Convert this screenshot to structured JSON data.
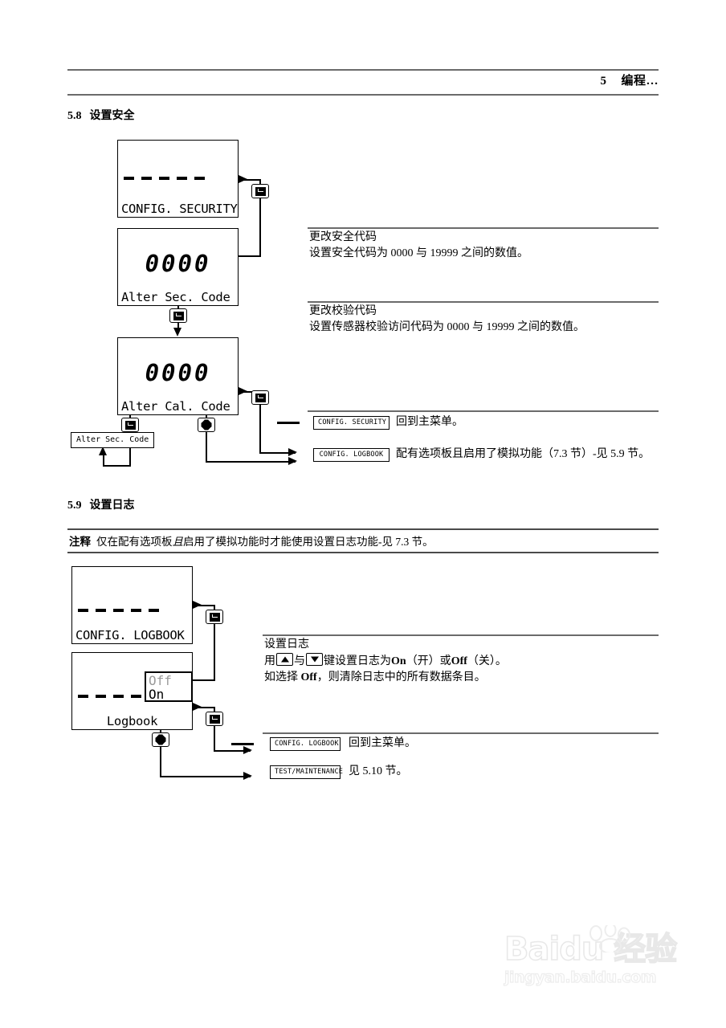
{
  "header": {
    "chapter_number": "5",
    "chapter_title": "编程…"
  },
  "sections": [
    {
      "number": "5.8",
      "title": "设置安全"
    },
    {
      "number": "5.9",
      "title": "设置日志"
    }
  ],
  "note": {
    "label": "注释",
    "text_before": "仅在配有选项板",
    "emphasis": "且",
    "text_after": "启用了模拟功能时才能使用设置日志功能-见 7.3 节。"
  },
  "security_flow": {
    "panels": [
      {
        "id": "config-security",
        "value": "- - - - -",
        "caption": "CONFIG. SECURITY",
        "align": "left"
      },
      {
        "id": "alter-sec-code",
        "value": "0000",
        "caption": "Alter Sec. Code",
        "align": "left"
      },
      {
        "id": "alter-cal-code",
        "value": "0000",
        "caption": "Alter Cal. Code",
        "align": "left"
      }
    ],
    "loop_chip": "Alter Sec. Code",
    "descriptions": [
      {
        "title": "更改安全代码",
        "body": "设置安全代码为 0000 与 19999 之间的数值。"
      },
      {
        "title": "更改校验代码",
        "body": "设置传感器校验访问代码为 0000 与 19999 之间的数值。"
      }
    ],
    "exits": [
      {
        "chip": "CONFIG. SECURITY",
        "text": "回到主菜单。"
      },
      {
        "chip": "CONFIG. LOGBOOK",
        "text": "配有选项板且启用了模拟功能（7.3 节）-见 5.9 节。"
      }
    ]
  },
  "logbook_flow": {
    "panels": [
      {
        "id": "config-logbook",
        "value": "- - - - -",
        "caption": "CONFIG. LOGBOOK",
        "align": "left"
      },
      {
        "id": "logbook",
        "value": "- - - - -",
        "caption": "Logbook",
        "align": "center"
      }
    ],
    "dropdown": {
      "option_off": "Off",
      "option_on": "On",
      "selected": "On"
    },
    "description": {
      "title": "设置日志",
      "line1_a": "用",
      "line1_b": "与",
      "line1_c": "键设置日志为",
      "line1_on": "On",
      "line1_d": "（开）或",
      "line1_off": "Off",
      "line1_e": "（关）。",
      "line2_a": "如选择 ",
      "line2_off": "Off",
      "line2_b": "，则清除日志中的所有数据条目。"
    },
    "exits": [
      {
        "chip": "CONFIG. LOGBOOK",
        "text": "回到主菜单。"
      },
      {
        "chip": "TEST/MAINTENANCE",
        "text": "见 5.10 节。"
      }
    ]
  },
  "keys": {
    "enter": "enter-key",
    "star": "star-key",
    "up": "up-arrow-key",
    "down": "down-arrow-key"
  },
  "watermark": {
    "main": "Baidu 经验",
    "sub": "jingyan.baidu.com"
  }
}
